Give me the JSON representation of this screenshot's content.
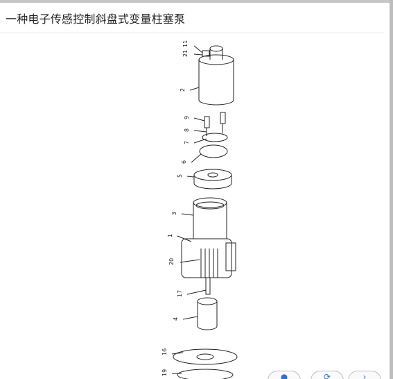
{
  "dialog": {
    "title": "一种电子传感控制斜盘式变量柱塞泵"
  },
  "drawing": {
    "part_labels": [
      "11",
      "21",
      "2",
      "9",
      "8",
      "7",
      "6",
      "5",
      "3",
      "1",
      "20",
      "17",
      "4",
      "16",
      "19"
    ]
  },
  "controls": {
    "icons": [
      "zoom-icon",
      "rotate-icon",
      "more-icon"
    ]
  }
}
